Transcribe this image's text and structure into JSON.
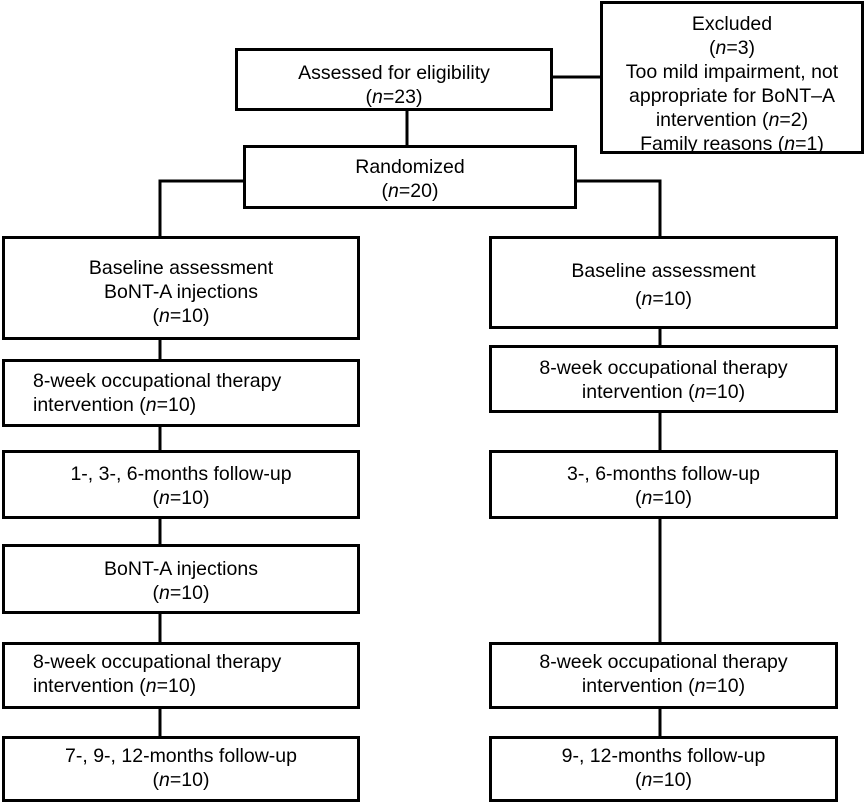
{
  "n_label": "n",
  "excluded": {
    "title": "Excluded",
    "count": "=3)",
    "reason1_l1": "Too mild impairment, not",
    "reason1_l2": "appropriate for BoNT–A",
    "reason1_l3": "intervention (",
    "reason1_count": "=2)",
    "reason2": "Family reasons (",
    "reason2_count": "=1)"
  },
  "assessed": {
    "label": "Assessed for eligibility",
    "count": "=23)"
  },
  "randomized": {
    "label": "Randomized",
    "count": "=20)"
  },
  "left_arm": {
    "baseline": {
      "line1": "Baseline assessment",
      "line2": "BoNT-A  injections",
      "count": "=10)"
    },
    "therapy1": {
      "line1": "8-week occupational therapy",
      "line2": "intervention (",
      "count": "=10)"
    },
    "followup1": {
      "line1": "1-, 3-, 6-months follow-up",
      "count": "=10)"
    },
    "injections": {
      "line1": "BoNT-A injections",
      "count": "=10)"
    },
    "therapy2": {
      "line1": "8-week occupational therapy",
      "line2": "intervention (",
      "count": "=10)"
    },
    "followup2": {
      "line1": "7-, 9-, 12-months follow-up",
      "count": "=10)"
    }
  },
  "right_arm": {
    "baseline": {
      "line1": "Baseline assessment",
      "count": "=10)"
    },
    "therapy1": {
      "line1": "8-week occupational therapy",
      "line2": "intervention (",
      "count": "=10)"
    },
    "followup1": {
      "line1": "3-, 6-months follow-up",
      "count": "=10)"
    },
    "therapy2": {
      "line1": "8-week occupational therapy",
      "line2": "intervention  (",
      "count": "=10)"
    },
    "followup2": {
      "line1": "9-, 12-months follow-up",
      "count": "=10)"
    }
  }
}
